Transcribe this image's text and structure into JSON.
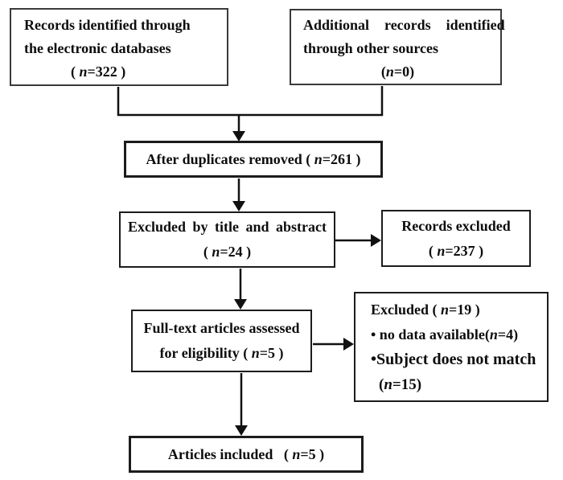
{
  "diagram": {
    "title": "Study selection flow diagram",
    "boxes": {
      "records_identified": {
        "lines": [
          "Records identified through",
          "the electronic databases",
          "( n=322 )"
        ]
      },
      "additional_records": {
        "lines": [
          "Additional  records  identified",
          "through other sources",
          "(n=0)"
        ]
      },
      "after_duplicates": {
        "lines": [
          "After duplicates removed ( n=261 )"
        ]
      },
      "excluded_title_abstract": {
        "lines": [
          "Excluded by title and abstract",
          "( n=24 )"
        ]
      },
      "records_excluded": {
        "lines": [
          "Records excluded",
          "( n=237 )"
        ]
      },
      "fulltext_assessed": {
        "lines": [
          "Full-text articles assessed",
          "for eligibility ( n=5 )"
        ]
      },
      "excluded_fulltext": {
        "lines": [
          "Excluded ( n=19 )",
          "• no data available(n=4)",
          "•Subject does not match",
          "(n=15)"
        ]
      },
      "articles_included": {
        "lines": [
          "Articles included   ( n=5 )"
        ]
      }
    },
    "counts": {
      "identified_databases": 322,
      "identified_other_sources": 0,
      "after_duplicates_removed": 261,
      "excluded_by_title_abstract": 24,
      "records_excluded": 237,
      "fulltext_assessed": 5,
      "fulltext_excluded": 19,
      "no_data_available": 4,
      "subject_does_not_match": 15,
      "articles_included": 5
    },
    "colors": {
      "background": "#ffffff",
      "line": "#111111",
      "text": "#0d0d0d"
    }
  }
}
